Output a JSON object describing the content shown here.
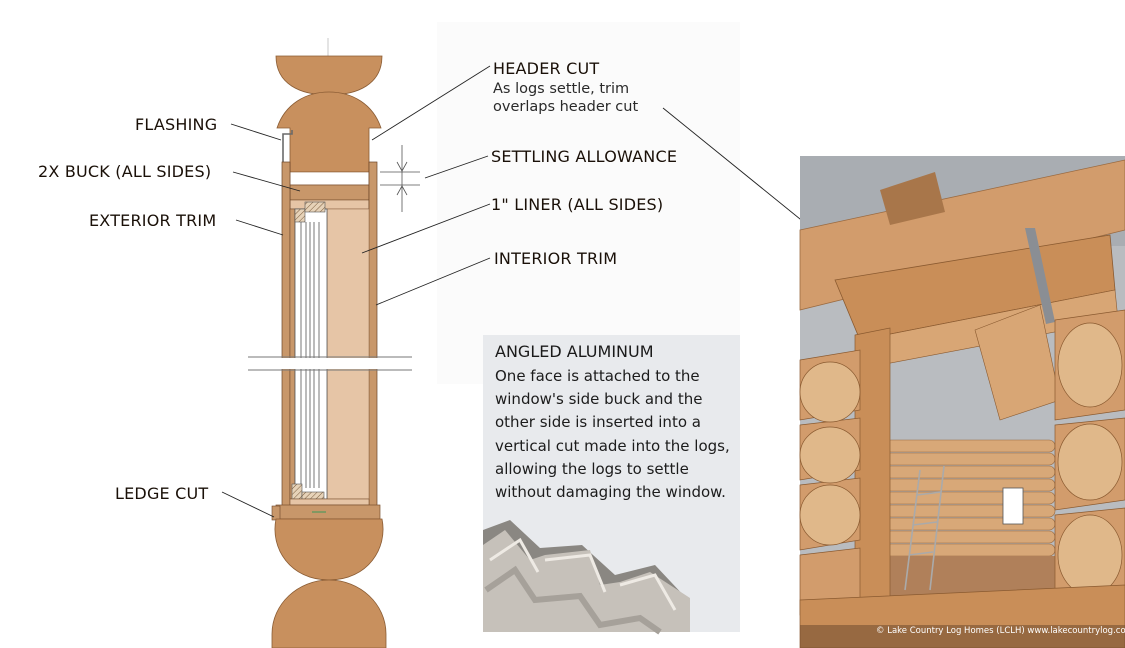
{
  "labels": {
    "header_cut": "HEADER CUT",
    "header_cut_note_1": "As logs settle, trim",
    "header_cut_note_2": "overlaps header cut",
    "flashing": "FLASHING",
    "settling_allowance": "SETTLING ALLOWANCE",
    "buck": "2X BUCK (ALL SIDES)",
    "liner": "1\" LINER (ALL SIDES)",
    "exterior_trim": "EXTERIOR TRIM",
    "interior_trim": "INTERIOR TRIM",
    "ledge_cut": "LEDGE CUT"
  },
  "aluminum_box": {
    "title": "ANGLED ALUMINUM",
    "body": "One face is attached to the window's side buck and the other side is inserted into a vertical cut made into the logs, allowing the logs to settle without damaging the window."
  },
  "photo": {
    "credit": "© Lake Country Log Homes (LCLH) www.lakecountrylog.com"
  },
  "colors": {
    "log": "#c8905e",
    "log_shadow": "#a8764a",
    "buck": "#c8976a",
    "liner": "#e6c5a6",
    "gap": "#ffffff",
    "aluminum_box_bg": "#e8eaed",
    "sky": "#b9bcc0"
  }
}
